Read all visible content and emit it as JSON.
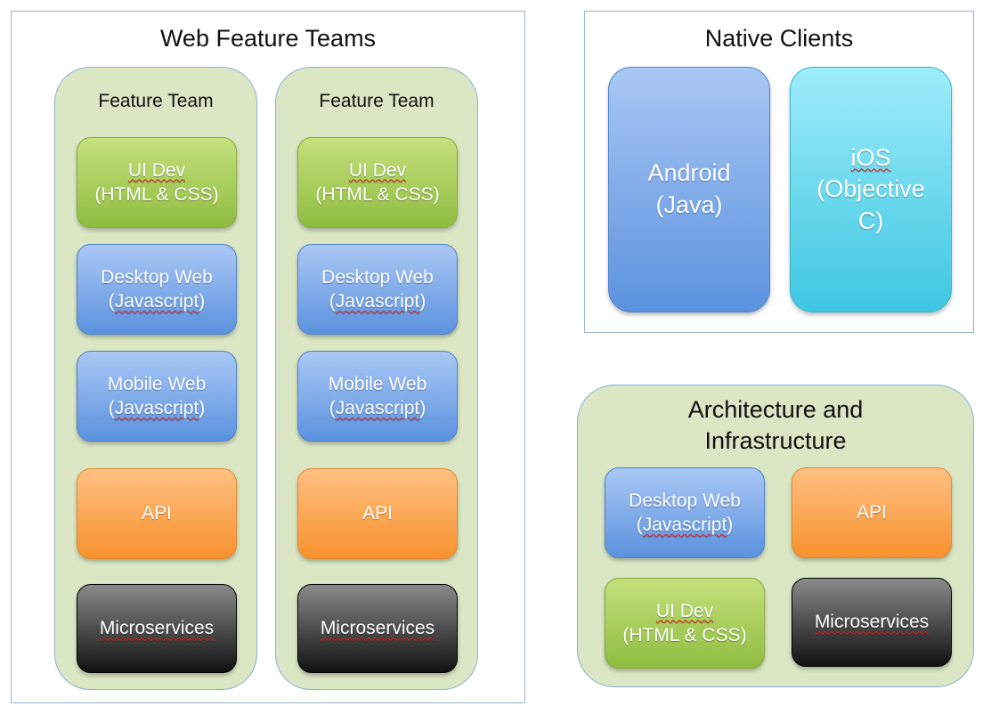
{
  "web_panel": {
    "title": "Web Feature Teams",
    "teams": [
      {
        "title": "Feature Team",
        "boxes": [
          {
            "line1": "UI Dev",
            "line2": "(HTML & CSS)"
          },
          {
            "line1": "Desktop Web",
            "line2": "(Javascript)"
          },
          {
            "line1": "Mobile Web",
            "line2": "(Javascript)"
          },
          {
            "line1": "API"
          },
          {
            "line1": "Microservices"
          }
        ]
      },
      {
        "title": "Feature Team",
        "boxes": [
          {
            "line1": "UI Dev",
            "line2": "(HTML & CSS)"
          },
          {
            "line1": "Desktop Web",
            "line2": "(Javascript)"
          },
          {
            "line1": "Mobile Web",
            "line2": "(Javascript)"
          },
          {
            "line1": "API"
          },
          {
            "line1": "Microservices"
          }
        ]
      }
    ]
  },
  "native_panel": {
    "title": "Native Clients",
    "android": {
      "line1": "Android",
      "line2": "(Java)"
    },
    "ios": {
      "line1": "iOS",
      "line2": "(Objective",
      "line3": "C)"
    }
  },
  "arch_panel": {
    "title_line1": "Architecture and",
    "title_line2": "Infrastructure",
    "desktop_web": {
      "line1": "Desktop Web",
      "line2": "(Javascript)"
    },
    "api": {
      "line1": "API"
    },
    "ui_dev": {
      "line1": "UI Dev",
      "line2": "(HTML & CSS)"
    },
    "microservices": {
      "line1": "Microservices"
    }
  },
  "colors": {
    "green": "#a9cf5e",
    "blue": "#7aa9ea",
    "orange": "#fca656",
    "black": "#2a2a2a",
    "cyan": "#5fd6ec",
    "team_background": "#dae6c4",
    "panel_border": "#9bb5cf"
  }
}
